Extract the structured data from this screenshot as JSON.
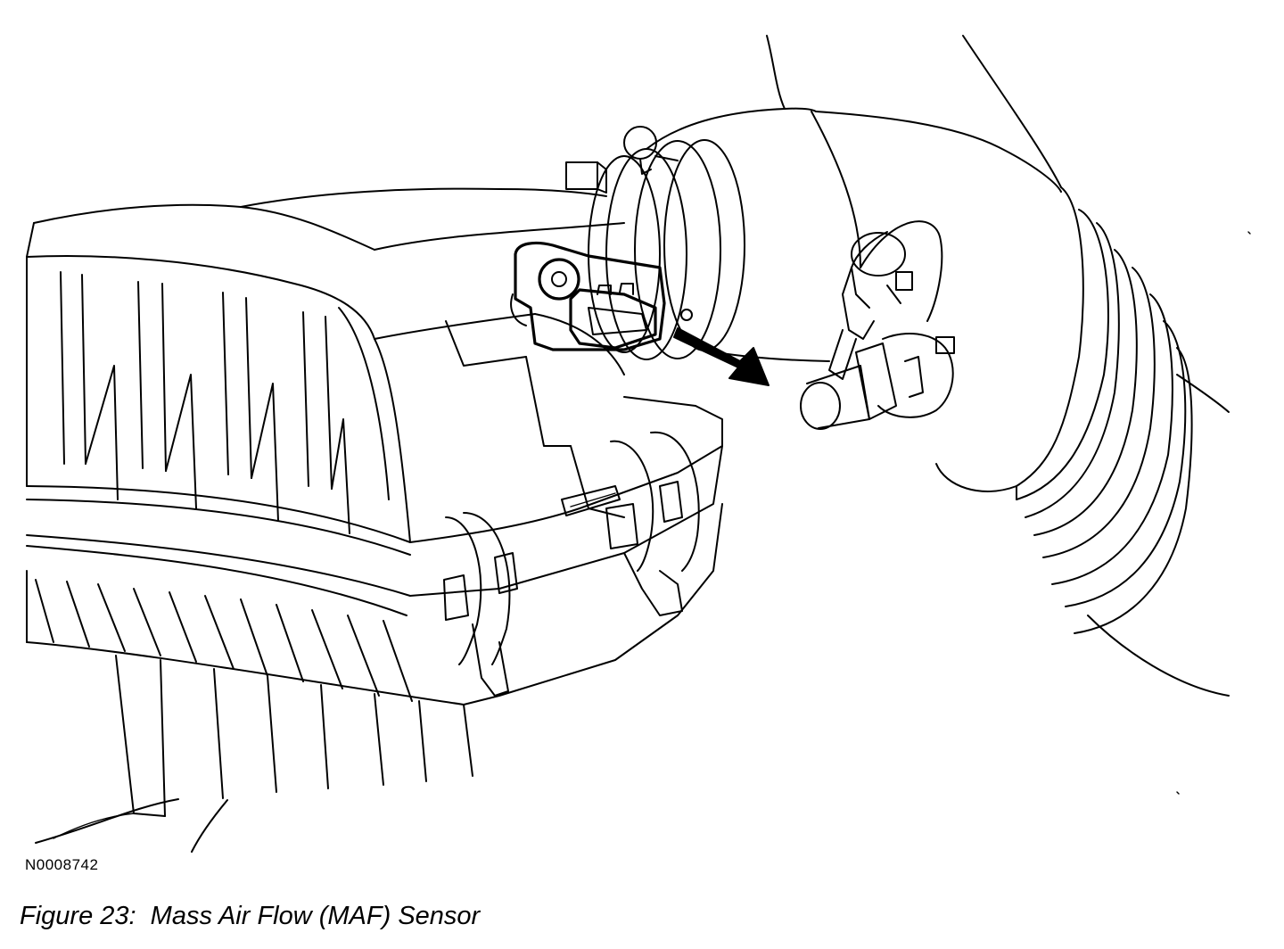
{
  "figure": {
    "code": "N0008742",
    "caption": "Figure 23:  Mass Air Flow (MAF) Sensor"
  },
  "callout": {
    "points_to": "mass-air-flow-sensor",
    "style": "solid black arrow"
  }
}
